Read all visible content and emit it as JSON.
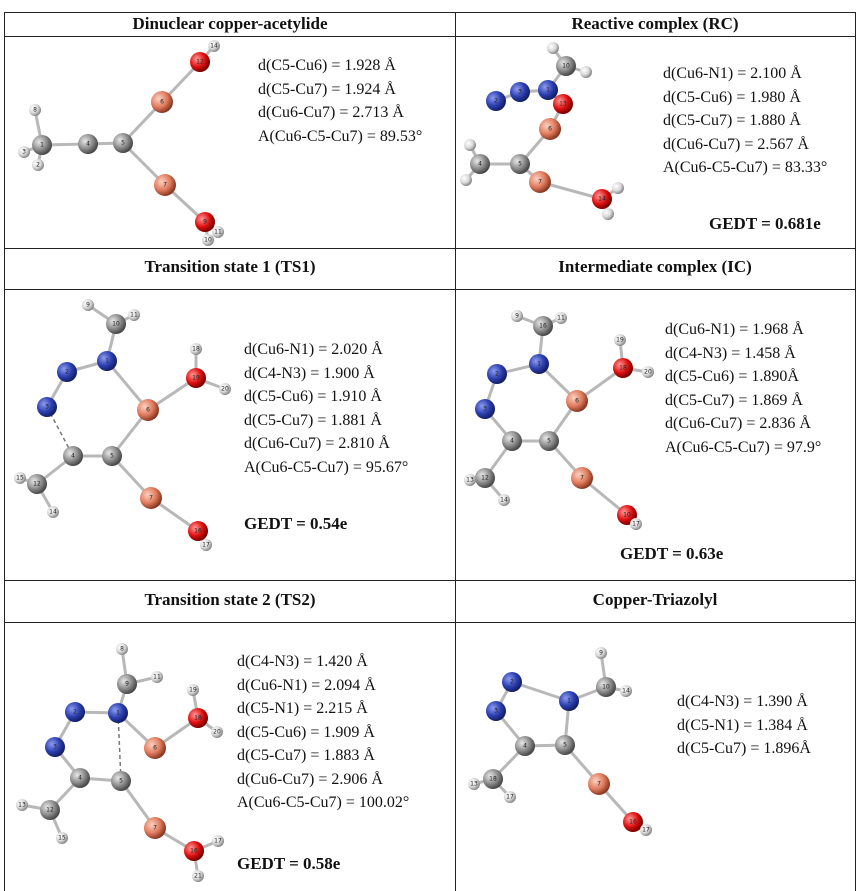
{
  "panels": [
    {
      "id": "dinuclear",
      "title": "Dinuclear copper-acetylide",
      "params": [
        "d(C5-Cu6) = 1.928 Å",
        "d(C5-Cu7) = 1.924 Å",
        "d(Cu6-Cu7) = 2.713 Å",
        "A(Cu6-C5-Cu7) = 89.53°"
      ],
      "gedt": ""
    },
    {
      "id": "rc",
      "title": "Reactive complex (RC)",
      "params": [
        "d(Cu6-N1) = 2.100 Å",
        "d(C5-Cu6) = 1.980 Å",
        "d(C5-Cu7) = 1.880 Å",
        "d(Cu6-Cu7) = 2.567 Å",
        "A(Cu6-C5-Cu7) = 83.33°"
      ],
      "gedt": "GEDT = 0.681e"
    },
    {
      "id": "ts1",
      "title": "Transition state 1 (TS1)",
      "params": [
        "d(Cu6-N1) = 2.020 Å",
        "d(C4-N3) = 1.900 Å",
        "d(C5-Cu6) = 1.910 Å",
        "d(C5-Cu7) = 1.881 Å",
        "d(Cu6-Cu7) = 2.810 Å",
        "A(Cu6-C5-Cu7) =  95.67°"
      ],
      "gedt": "GEDT = 0.54e"
    },
    {
      "id": "ic",
      "title": "Intermediate complex (IC)",
      "params": [
        "d(Cu6-N1) = 1.968 Å",
        "d(C4-N3) = 1.458 Å",
        "d(C5-Cu6) = 1.890Å",
        "d(C5-Cu7) = 1.869 Å",
        "d(Cu6-Cu7) = 2.836 Å",
        "A(Cu6-C5-Cu7) = 97.9°"
      ],
      "gedt": "GEDT = 0.63e"
    },
    {
      "id": "ts2",
      "title": "Transition state 2 (TS2)",
      "params": [
        "d(C4-N3) = 1.420 Å",
        "d(Cu6-N1) = 2.094 Å",
        "d(C5-N1) = 2.215 Å",
        "d(C5-Cu6) = 1.909 Å",
        "d(C5-Cu7) = 1.883 Å",
        "d(Cu6-Cu7) = 2.906 Å",
        "A(Cu6-C5-Cu7) = 100.02°"
      ],
      "gedt": "GEDT = 0.58e"
    },
    {
      "id": "triazolyl",
      "title": "Copper-Triazolyl",
      "params": [
        "d(C4-N3) = 1.390 Å",
        "d(C5-N1) = 1.384 Å",
        "d(C5-Cu7) = 1.896Å"
      ],
      "gedt": ""
    }
  ],
  "colors": {
    "carbon": "#8c8c8c",
    "hydrogen": "#e6e6e6",
    "nitrogen": "#2b3fb0",
    "oxygen": "#e01010",
    "copper": "#e07a5c"
  }
}
